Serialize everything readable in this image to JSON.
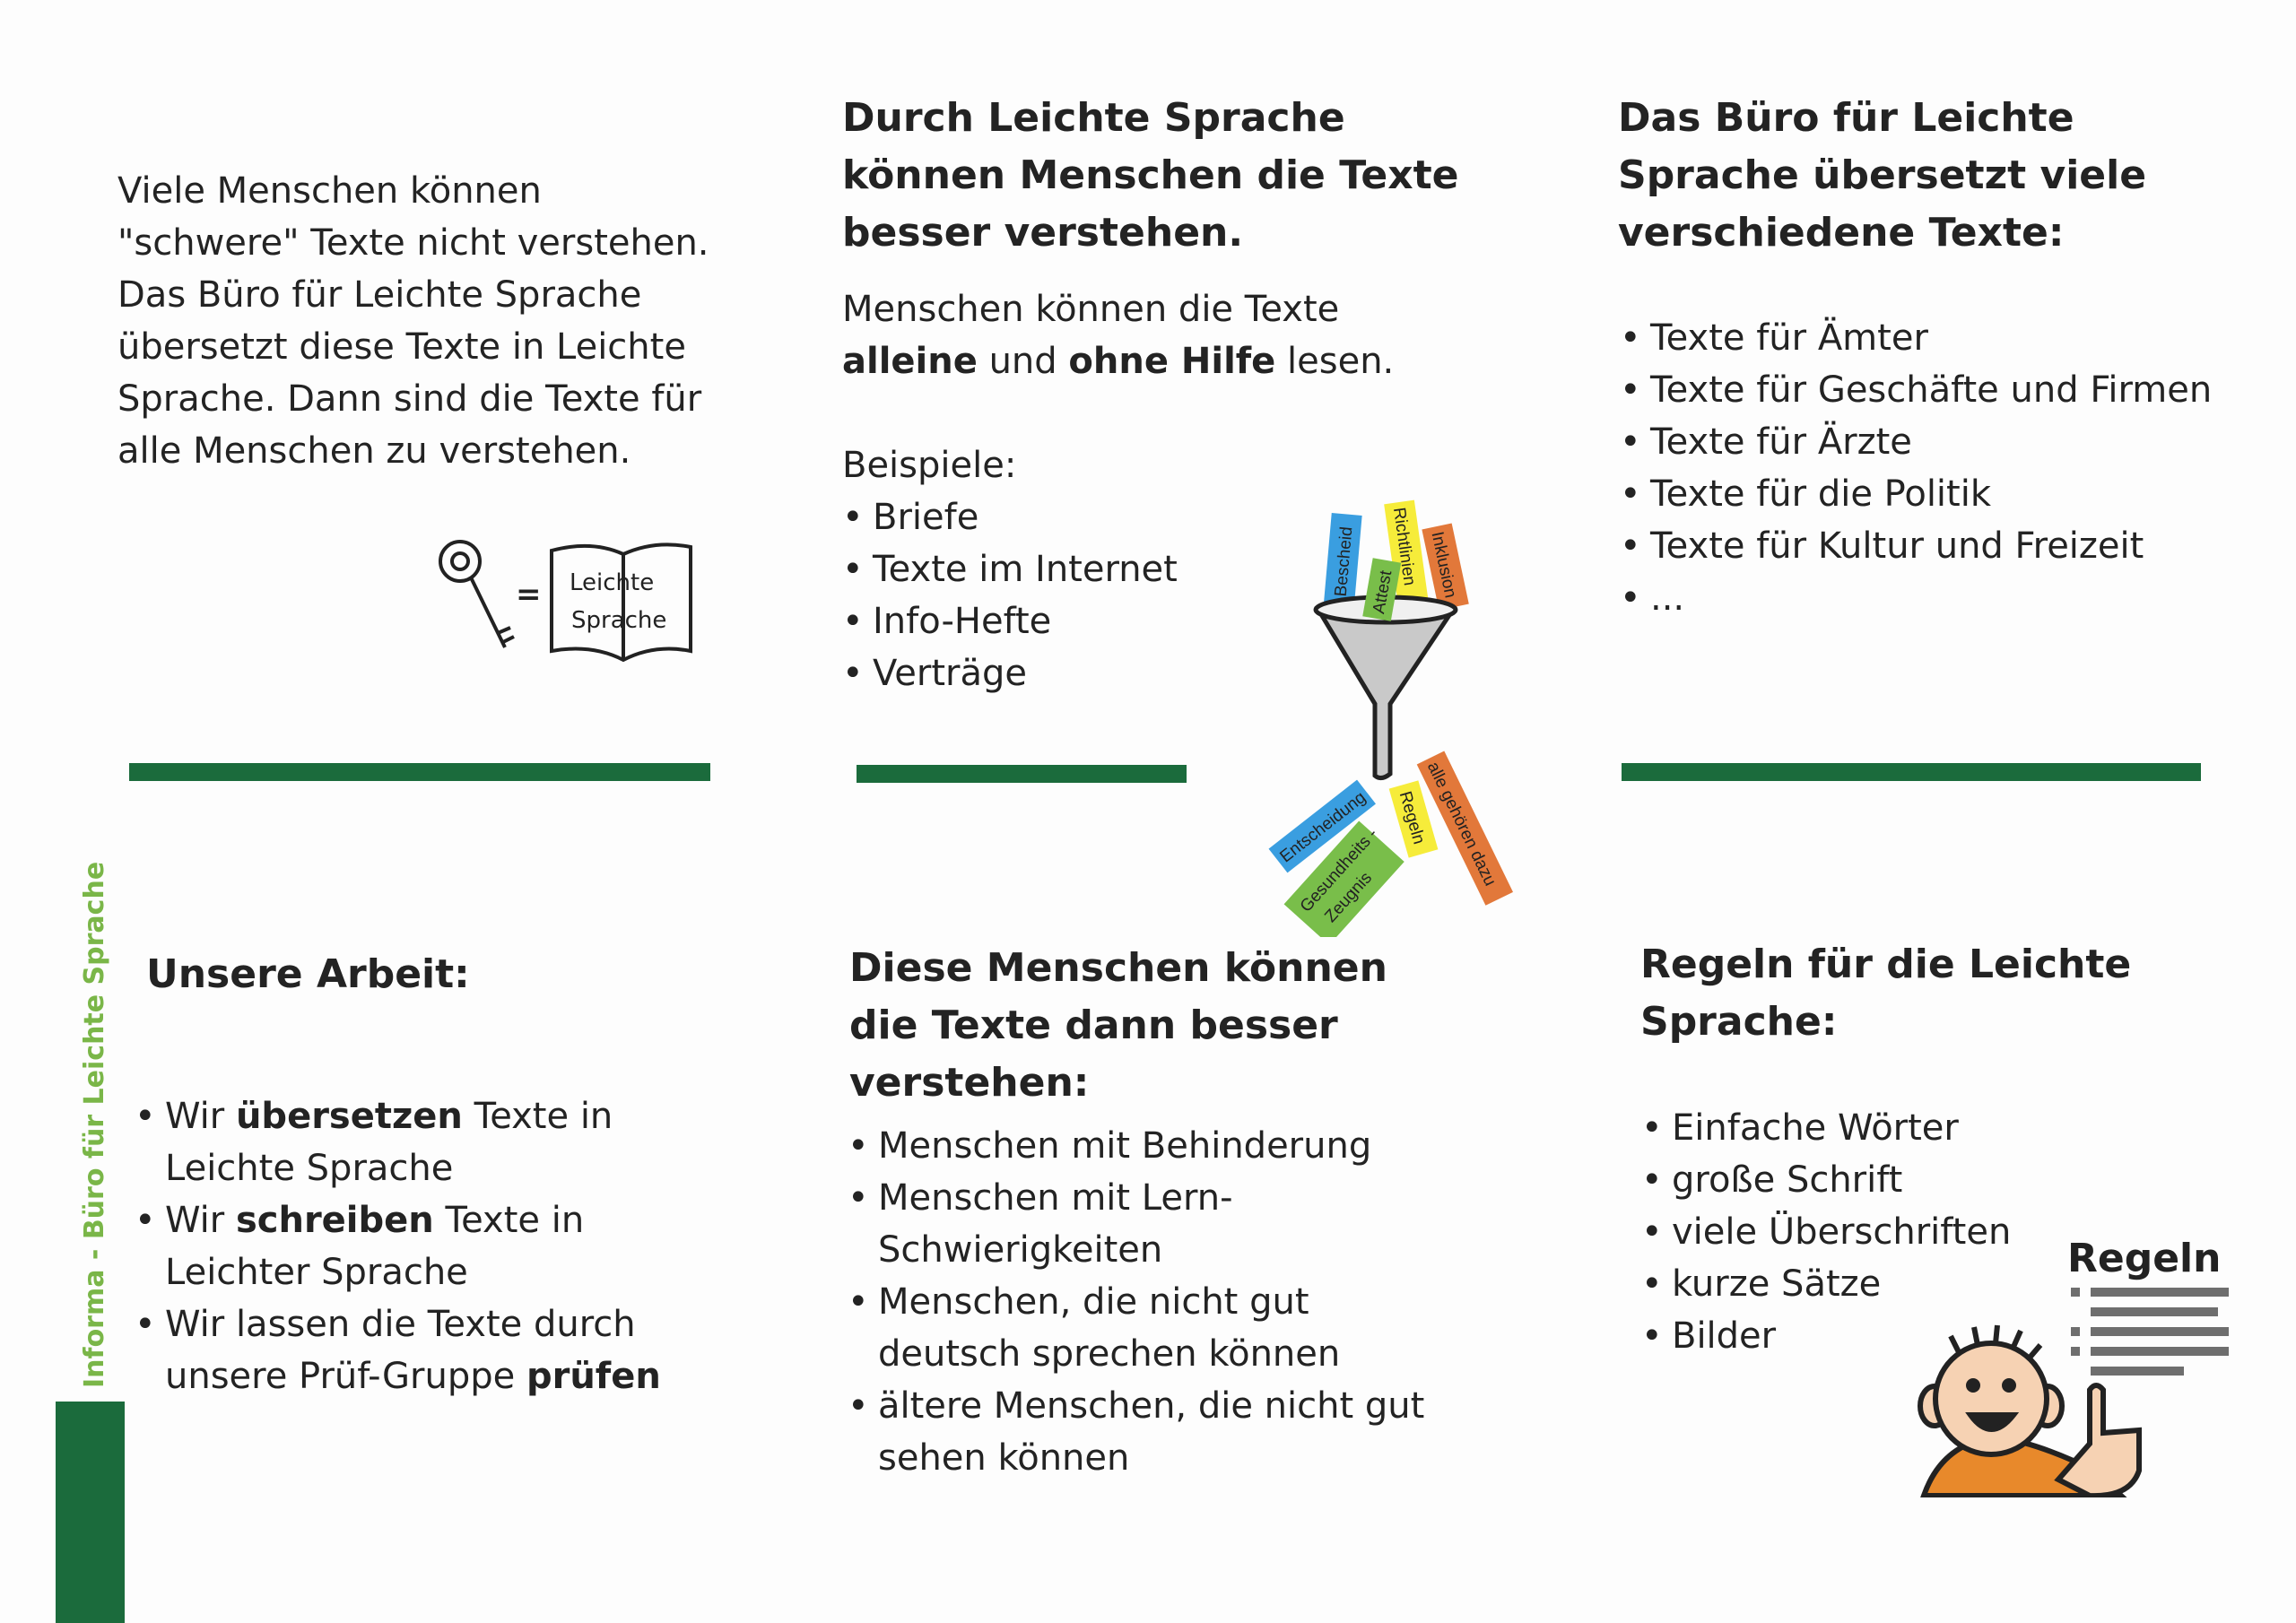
{
  "col1": {
    "text": "Viele Menschen können \"schwere\" Texte nicht verstehen. Das Büro für Leichte Sprache übersetzt diese Texte in Leichte Sprache. Dann sind die Texte für alle Menschen zu verstehen.",
    "book_label_1": "Leichte",
    "book_label_2": "Sprache",
    "equals": "="
  },
  "col2": {
    "heading": "Durch Leichte Sprache können Menschen die Texte besser verstehen.",
    "line_a": "Menschen können die Texte",
    "bold_1": "alleine",
    "mid": " und ",
    "bold_2": "ohne Hilfe",
    "end": " lesen.",
    "examples_label": "Beispiele:",
    "examples": [
      "Briefe",
      "Texte im Internet",
      "Info-Hefte",
      "Verträge"
    ]
  },
  "funnel": {
    "in": [
      "Bescheid",
      "Attest",
      "Richtlinien",
      "Inklusion"
    ],
    "out": [
      "Entscheidung",
      "Gesundheits -",
      "Zeugnis",
      "Regeln",
      "alle gehören dazu"
    ]
  },
  "col3": {
    "heading": "Das Büro für Leichte Sprache übersetzt viele verschiedene Texte:",
    "items": [
      "Texte für Ämter",
      "Texte für Geschäfte und Firmen",
      "Texte für Ärzte",
      "Texte für die Politik",
      "Texte für Kultur und Freizeit",
      "..."
    ]
  },
  "side": {
    "label": "Informa - Büro für Leichte Sprache"
  },
  "work": {
    "heading": "Unsere Arbeit:",
    "items": [
      {
        "pre": "Wir ",
        "bold": "übersetzen",
        "post": " Texte in Leichte Sprache"
      },
      {
        "pre": "Wir ",
        "bold": "schreiben",
        "post": " Texte in Leichter Sprache"
      },
      {
        "pre": "Wir lassen die Texte durch unsere Prüf-Gruppe ",
        "bold": "prüfen",
        "post": ""
      }
    ]
  },
  "people": {
    "heading": "Diese Menschen können die Texte dann besser verstehen:",
    "items": [
      "Menschen mit Behinderung",
      "Menschen mit Lern-Schwierigkeiten",
      "Menschen, die nicht gut deutsch sprechen können",
      "ältere Menschen, die nicht gut sehen können"
    ]
  },
  "rules": {
    "heading": "Regeln für die Leichte Sprache:",
    "items": [
      "Einfache Wörter",
      "große Schrift",
      "viele Überschriften",
      "kurze Sätze",
      "Bilder"
    ],
    "sign": "Regeln"
  },
  "colors": {
    "green": "#1b6b3c",
    "light_green": "#7ab648",
    "blue": "#3a9ee0",
    "yellow": "#f6ec3a",
    "orange": "#e2783a",
    "tag_green": "#79be4a"
  }
}
